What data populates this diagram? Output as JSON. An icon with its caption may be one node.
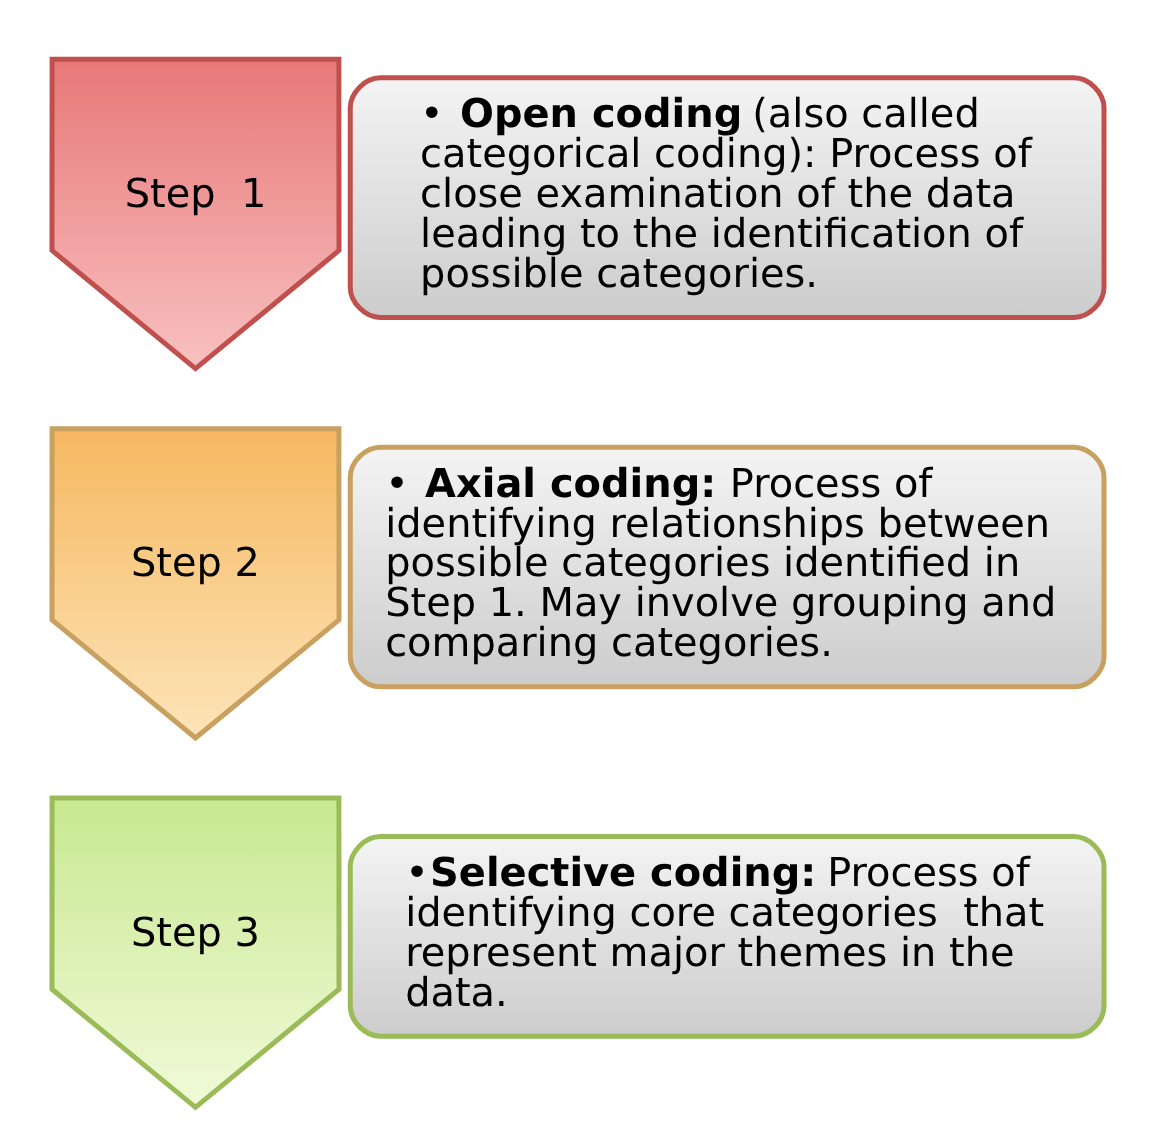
{
  "diagram": {
    "nodes": [
      {
        "text": [
          "Step  1"
        ]
      },
      {
        "text": [
          "• **Open coding** (also called categorical coding): Process of close examination of the data leading to the identification of possible categories."
        ]
      },
      {
        "text": [
          "Step 2"
        ]
      },
      {
        "text": [
          "• **Axial coding:** Process of identifying relationships between possible categories identified in Step 1. May involve grouping and comparing categories."
        ]
      },
      {
        "text": [
          "Step 3"
        ]
      },
      {
        "text": [
          "•**Selective coding:** Process of identifying core categories  that represent major themes in the data."
        ]
      }
    ]
  }
}
